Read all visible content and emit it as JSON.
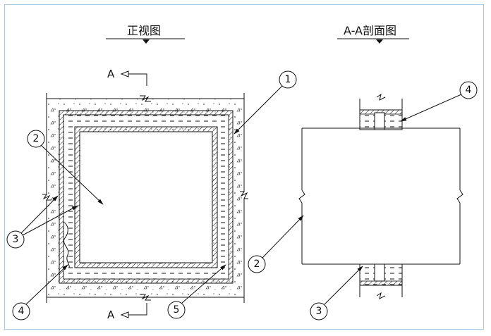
{
  "front_view": {
    "title": "正视图",
    "section_mark": "A"
  },
  "section_view": {
    "title": "A-A剖面图"
  },
  "callouts": {
    "c1": "1",
    "c2": "2",
    "c3": "3",
    "c4": "4",
    "c5": "5"
  },
  "colors": {
    "line": "#111111",
    "frame_border": "#a9cbe6",
    "background": "#ffffff"
  }
}
